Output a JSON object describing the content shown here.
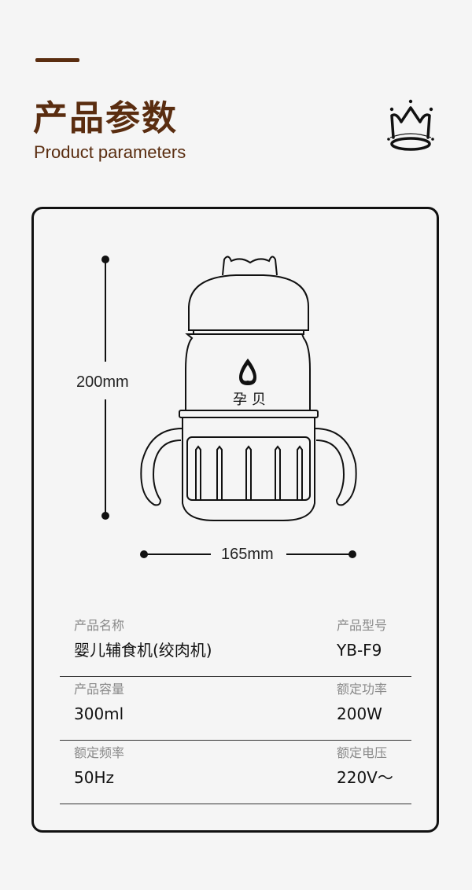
{
  "header": {
    "title_cn": "产品参数",
    "title_en": "Product parameters",
    "logo_icon": "crown-icon"
  },
  "colors": {
    "brand_brown": "#5a2d10",
    "background": "#f5f5f5",
    "line": "#111111",
    "label_gray": "#8a8a8a"
  },
  "diagram": {
    "height_label": "200mm",
    "width_label": "165mm",
    "product_brand_mark": "孕贝"
  },
  "params": [
    {
      "left": {
        "label": "产品名称",
        "value": "婴儿辅食机(绞肉机)"
      },
      "right": {
        "label": "产品型号",
        "value": "YB-F9"
      }
    },
    {
      "left": {
        "label": "产品容量",
        "value": "300ml"
      },
      "right": {
        "label": "额定功率",
        "value": "200W"
      }
    },
    {
      "left": {
        "label": "额定频率",
        "value": "50Hz"
      },
      "right": {
        "label": "额定电压",
        "value": "220V～"
      }
    }
  ]
}
